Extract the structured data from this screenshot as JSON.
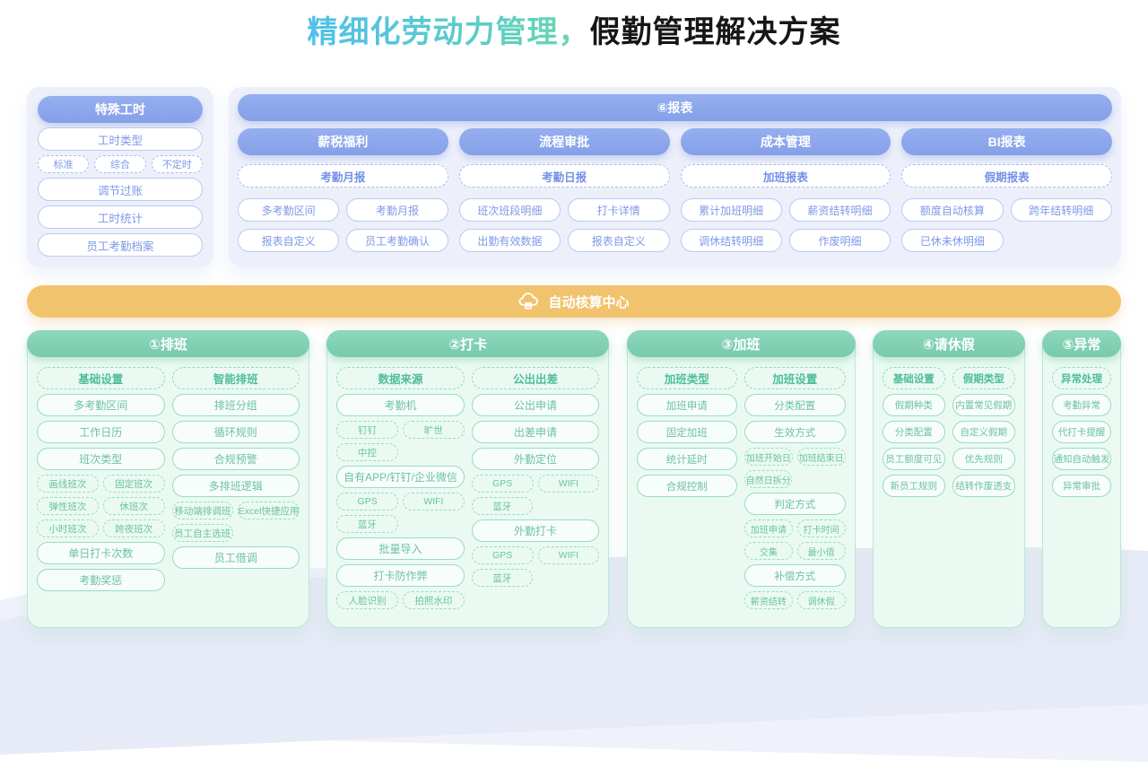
{
  "title": {
    "highlight": "精细化劳动力管理，",
    "rest": "假勤管理解决方案"
  },
  "colors": {
    "title_gradient_start": "#4fc0ea",
    "title_gradient_end": "#6cd9ab",
    "blue_header": "#8ba6ea",
    "blue_text": "#7e99e8",
    "lavender_panel": "#edf0fa",
    "orange_bar": "#f1c36d",
    "green_header": "#7fcfb3",
    "green_text": "#6cc2a3",
    "green_panel": "#eafaf2"
  },
  "special_panel": {
    "header": "特殊工时",
    "items": [
      {
        "type": "pill",
        "label": "工时类型"
      },
      {
        "type": "row",
        "labels": [
          "标准",
          "综合",
          "不定时"
        ]
      },
      {
        "type": "pill",
        "label": "调节过账"
      },
      {
        "type": "pill",
        "label": "工时统计"
      },
      {
        "type": "pill",
        "label": "员工考勤档案"
      }
    ]
  },
  "reports_panel": {
    "header": "⑥报表",
    "columns": [
      {
        "title": "薪税福利",
        "subtitle": "考勤月报",
        "items": [
          "多考勤区间",
          "考勤月报",
          "报表自定义",
          "员工考勤确认"
        ]
      },
      {
        "title": "流程审批",
        "subtitle": "考勤日报",
        "items": [
          "班次班段明细",
          "打卡详情",
          "出勤有效数据",
          "报表自定义"
        ]
      },
      {
        "title": "成本管理",
        "subtitle": "加班报表",
        "items": [
          "累计加班明细",
          "薪资结转明细",
          "调休结转明细",
          "作废明细"
        ]
      },
      {
        "title": "BI报表",
        "subtitle": "假期报表",
        "items": [
          "额度自动核算",
          "跨年结转明细",
          "已休未休明细"
        ]
      }
    ]
  },
  "center_bar": {
    "label": "自动核算中心",
    "icon": "cloud-sync-icon"
  },
  "bottom_panels": [
    {
      "key": "scheduling",
      "header": "①排班",
      "columns": [
        {
          "nodes": [
            {
              "t": "sub",
              "l": "基础设置"
            },
            {
              "t": "pill",
              "l": "多考勤区间"
            },
            {
              "t": "pill",
              "l": "工作日历"
            },
            {
              "t": "pill",
              "l": "班次类型"
            },
            {
              "t": "row",
              "ls": [
                "画线班次",
                "固定班次"
              ]
            },
            {
              "t": "row",
              "ls": [
                "弹性班次",
                "休班次"
              ]
            },
            {
              "t": "row",
              "ls": [
                "小时班次",
                "跨夜班次"
              ]
            },
            {
              "t": "pill",
              "l": "单日打卡次数"
            },
            {
              "t": "pill",
              "l": "考勤奖惩"
            }
          ]
        },
        {
          "nodes": [
            {
              "t": "sub",
              "l": "智能排班"
            },
            {
              "t": "pill",
              "l": "排班分组"
            },
            {
              "t": "pill",
              "l": "循环规则"
            },
            {
              "t": "pill",
              "l": "合规预警"
            },
            {
              "t": "pill",
              "l": "多排班逻辑"
            },
            {
              "t": "row",
              "ls": [
                "移动端排调班",
                "Excel快捷应用"
              ]
            },
            {
              "t": "row",
              "ls": [
                "员工自主选班"
              ]
            },
            {
              "t": "pill",
              "l": "员工借调"
            }
          ]
        }
      ]
    },
    {
      "key": "clock-in",
      "header": "②打卡",
      "columns": [
        {
          "nodes": [
            {
              "t": "sub",
              "l": "数据来源"
            },
            {
              "t": "pill",
              "l": "考勤机"
            },
            {
              "t": "row",
              "ls": [
                "钉钉",
                "旷世"
              ]
            },
            {
              "t": "row",
              "ls": [
                "中控"
              ]
            },
            {
              "t": "pill",
              "l": "自有APP/钉钉/企业微信"
            },
            {
              "t": "row",
              "ls": [
                "GPS",
                "WIFI"
              ]
            },
            {
              "t": "row",
              "ls": [
                "蓝牙"
              ]
            },
            {
              "t": "pill",
              "l": "批量导入"
            },
            {
              "t": "pill",
              "l": "打卡防作弊"
            },
            {
              "t": "row",
              "ls": [
                "人脸识别",
                "拍照水印"
              ]
            }
          ]
        },
        {
          "nodes": [
            {
              "t": "sub",
              "l": "公出出差"
            },
            {
              "t": "pill",
              "l": "公出申请"
            },
            {
              "t": "pill",
              "l": "出差申请"
            },
            {
              "t": "pill",
              "l": "外勤定位"
            },
            {
              "t": "row",
              "ls": [
                "GPS",
                "WIFI"
              ]
            },
            {
              "t": "row",
              "ls": [
                "蓝牙"
              ]
            },
            {
              "t": "pill",
              "l": "外勤打卡"
            },
            {
              "t": "row",
              "ls": [
                "GPS",
                "WIFI"
              ]
            },
            {
              "t": "row",
              "ls": [
                "蓝牙"
              ]
            }
          ]
        }
      ]
    },
    {
      "key": "overtime",
      "header": "③加班",
      "columns": [
        {
          "nodes": [
            {
              "t": "sub",
              "l": "加班类型"
            },
            {
              "t": "pill",
              "l": "加班申请"
            },
            {
              "t": "pill",
              "l": "固定加班"
            },
            {
              "t": "pill",
              "l": "统计延时"
            },
            {
              "t": "pill",
              "l": "合规控制"
            }
          ]
        },
        {
          "nodes": [
            {
              "t": "sub",
              "l": "加班设置"
            },
            {
              "t": "pill",
              "l": "分类配置"
            },
            {
              "t": "pill",
              "l": "生效方式"
            },
            {
              "t": "row",
              "ls": [
                "加班开始日",
                "加班结束日"
              ]
            },
            {
              "t": "row",
              "ls": [
                "自然日拆分"
              ]
            },
            {
              "t": "pill",
              "l": "判定方式"
            },
            {
              "t": "row",
              "ls": [
                "加班申请",
                "打卡时间"
              ]
            },
            {
              "t": "row",
              "ls": [
                "交集",
                "最小值"
              ]
            },
            {
              "t": "pill",
              "l": "补偿方式"
            },
            {
              "t": "row",
              "ls": [
                "薪资结转",
                "调休假"
              ]
            }
          ]
        }
      ]
    },
    {
      "key": "leave-request",
      "header": "④请休假",
      "columns": [
        {
          "nodes": [
            {
              "t": "sub",
              "l": "基础设置"
            },
            {
              "t": "pill",
              "l": "假期种类"
            },
            {
              "t": "pill",
              "l": "分类配置"
            },
            {
              "t": "pill",
              "l": "员工额度可见"
            },
            {
              "t": "pill",
              "l": "新员工规则"
            }
          ]
        },
        {
          "nodes": [
            {
              "t": "sub",
              "l": "假期类型"
            },
            {
              "t": "pill",
              "l": "内置常见假期"
            },
            {
              "t": "pill",
              "l": "自定义假期"
            },
            {
              "t": "pill",
              "l": "优先规则"
            },
            {
              "t": "pill",
              "l": "结转作废透支"
            }
          ]
        }
      ]
    },
    {
      "key": "abnormal",
      "header": "⑤异常",
      "columns": [
        {
          "nodes": [
            {
              "t": "sub",
              "l": "异常处理"
            },
            {
              "t": "pill",
              "l": "考勤异常"
            },
            {
              "t": "pill",
              "l": "代打卡提醒"
            },
            {
              "t": "pill",
              "l": "通知自动触发"
            },
            {
              "t": "pill",
              "l": "异常审批"
            }
          ]
        }
      ]
    }
  ]
}
